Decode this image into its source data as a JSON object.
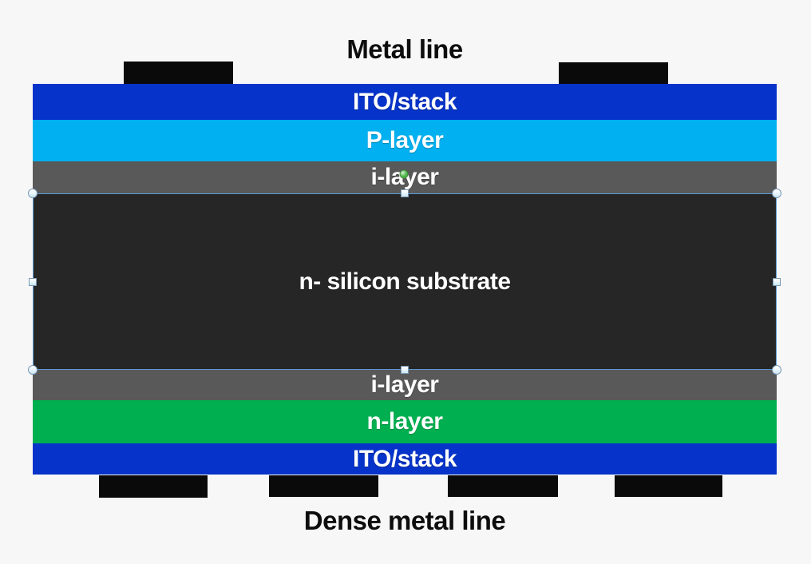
{
  "background": "#f7f7f7",
  "annotations": {
    "top_label": "Metal line",
    "bottom_label": "Dense metal line",
    "label_color": "#0d0d0d"
  },
  "stack": {
    "layers": [
      {
        "id": "ito-top",
        "label": "ITO/stack",
        "color": "#0633c9",
        "text_color": "#ffffff"
      },
      {
        "id": "p-layer",
        "label": "P-layer",
        "color": "#00b0f0",
        "text_color": "#ffffff"
      },
      {
        "id": "i-layer-top",
        "label": "i-layer",
        "color": "#595959",
        "text_color": "#ffffff"
      },
      {
        "id": "substrate",
        "label": "n- silicon substrate",
        "color": "#262626",
        "text_color": "#ffffff",
        "selected": true
      },
      {
        "id": "i-layer-bottom",
        "label": "i-layer",
        "color": "#595959",
        "text_color": "#ffffff"
      },
      {
        "id": "n-layer",
        "label": "n-layer",
        "color": "#00b050",
        "text_color": "#ffffff"
      },
      {
        "id": "ito-bottom",
        "label": "ITO/stack",
        "color": "#0633c9",
        "text_color": "#ffffff"
      }
    ]
  },
  "contacts": {
    "color": "#0a0a0a",
    "top_count": 2,
    "bottom_count": 4
  },
  "selection": {
    "outline_color": "#5b9bd5",
    "handle_fill": "#ecf7fd",
    "handle_border": "#7a98b5",
    "rotation_handle_fill": "#4db648",
    "rotation_handle_border": "#3f8f3c"
  }
}
